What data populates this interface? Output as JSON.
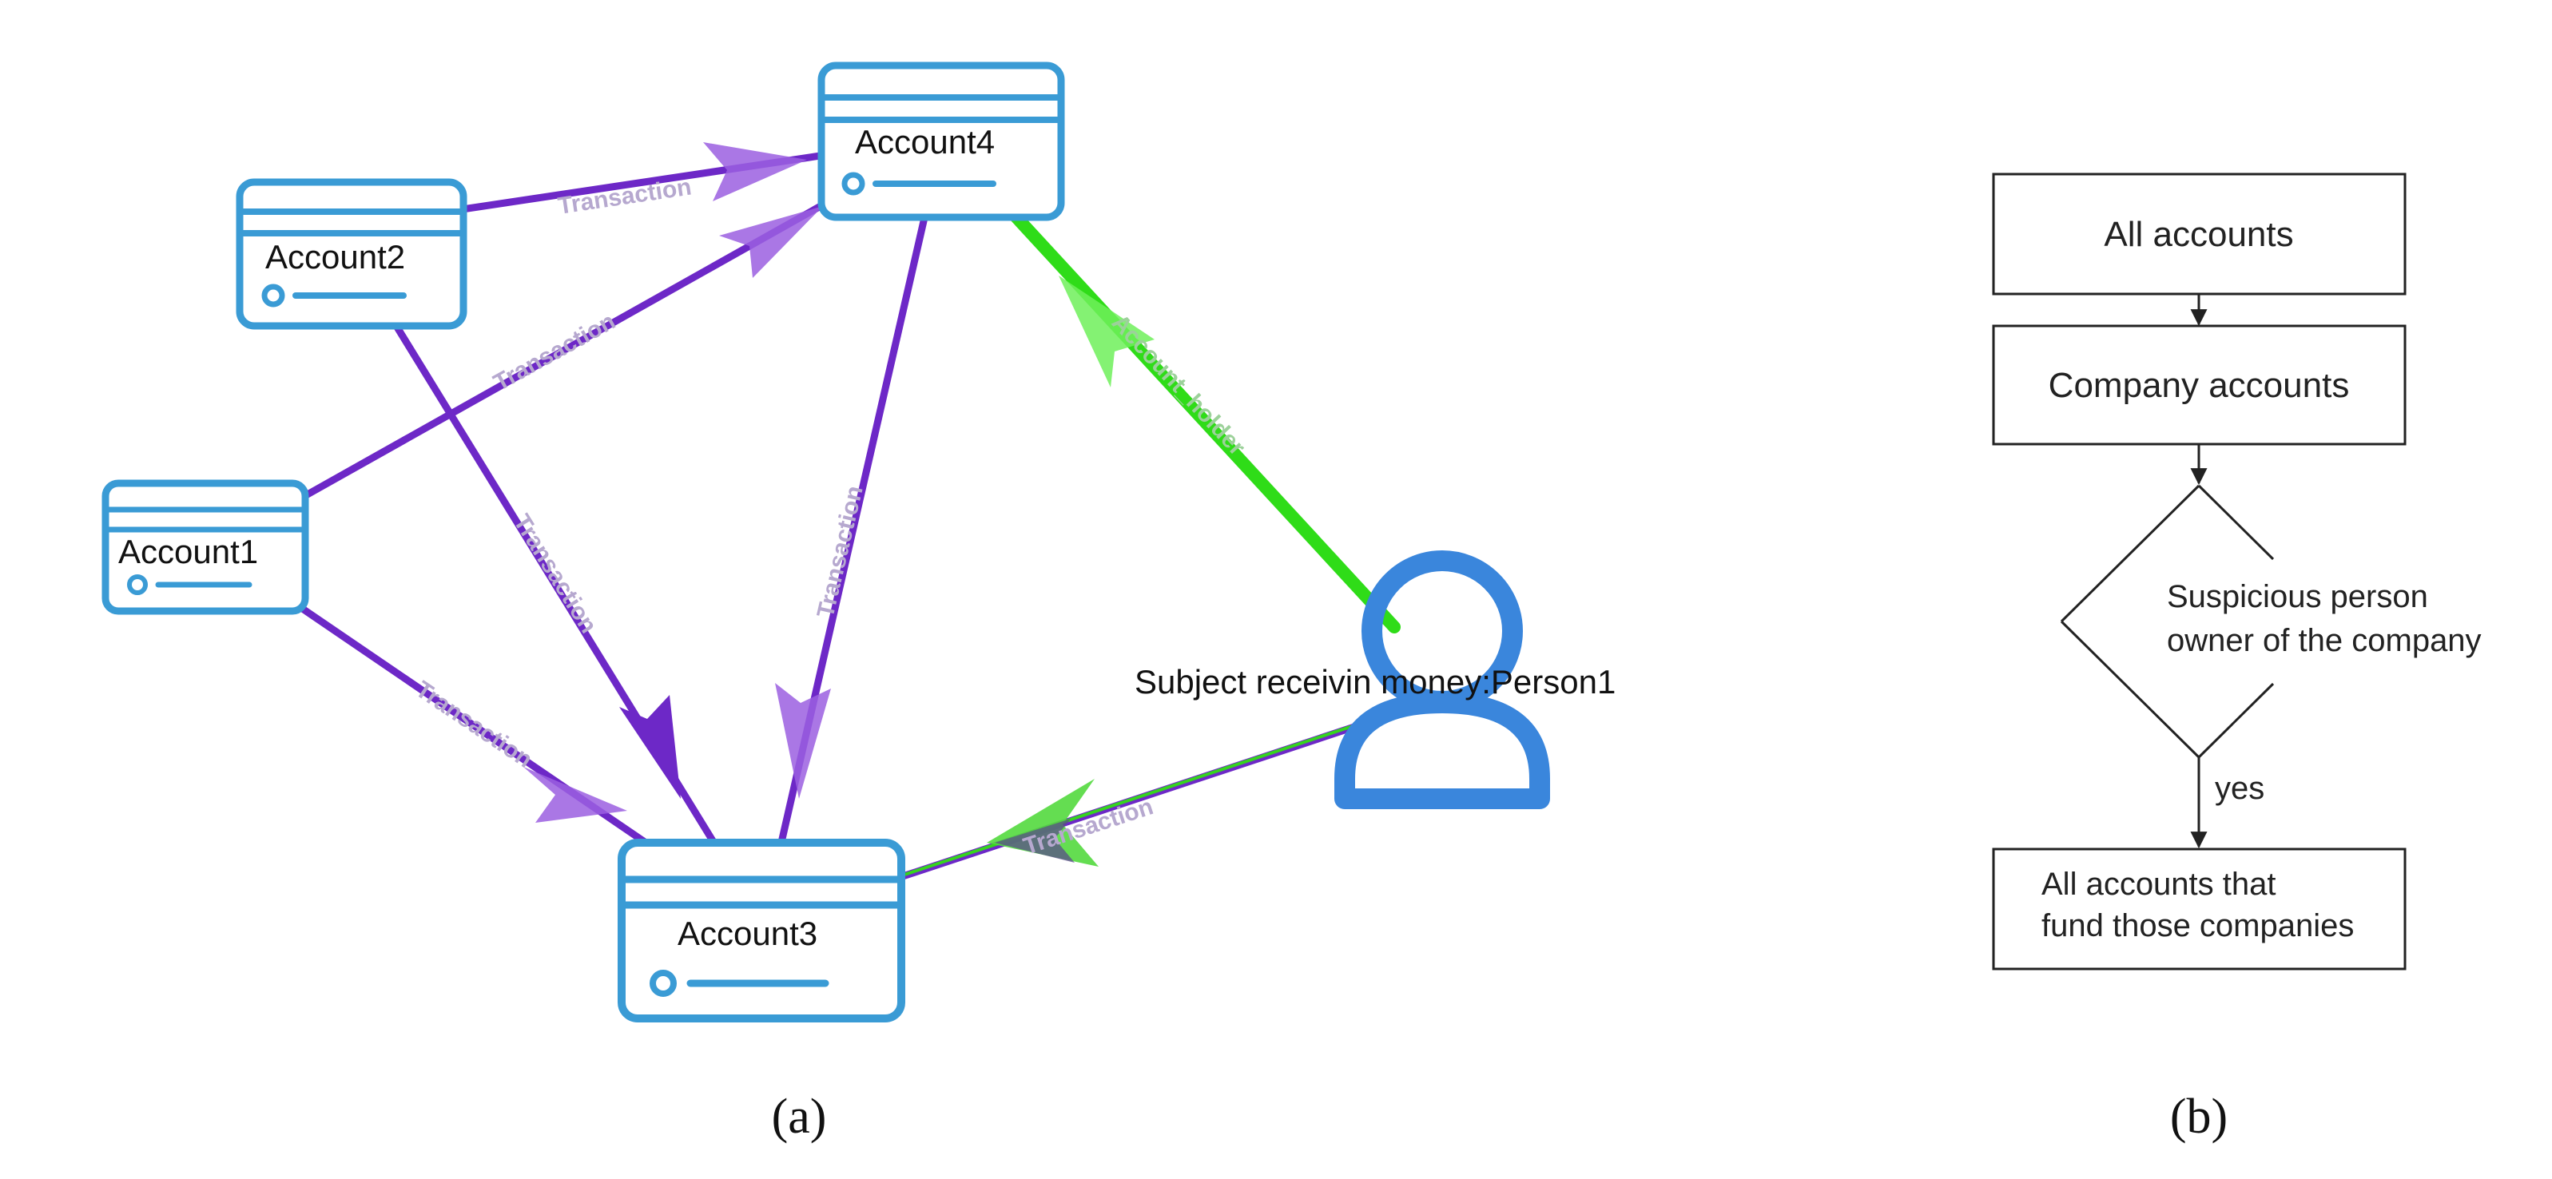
{
  "panel_a": {
    "caption": "(a)",
    "nodes": {
      "account1": "Account1",
      "account2": "Account2",
      "account3": "Account3",
      "account4": "Account4",
      "person": "Subject receivin money:Person1"
    },
    "edge_labels": {
      "transaction": "Transaction",
      "account_holder": "Account_holder"
    },
    "colors": {
      "node": "#3a9bd5",
      "transaction_edge": "#6d28c7",
      "account_holder_edge": "#2fdc18",
      "person_icon": "#3a86dc"
    }
  },
  "panel_b": {
    "caption": "(b)",
    "boxes": {
      "all_accounts": "All accounts",
      "company_accounts": "Company accounts",
      "result_line1": "All accounts that",
      "result_line2": "fund those companies"
    },
    "decision_line1": "Suspicious person",
    "decision_line2": "owner of the company",
    "yes_label": "yes"
  }
}
